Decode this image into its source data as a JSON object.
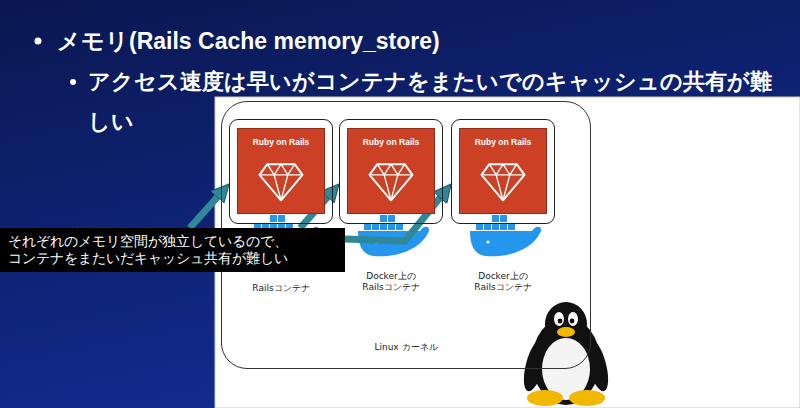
{
  "diagram": {
    "title": "メモリ(Rails Cache memory_store)",
    "nodes": [
      {
        "text": [
          "Linux カーネル"
        ]
      },
      {
        "text": [
          "Railsコンテナ"
        ],
        "in": 0
      },
      {
        "text": [
          "Docker上の Railsコンテナ"
        ],
        "in": 0
      },
      {
        "text": [
          "Docker上の Railsコンテナ"
        ],
        "in": 0
      },
      {
        "text": [
          "Ruby on Rails"
        ],
        "in": 1
      },
      {
        "text": [
          "Ruby on Rails"
        ],
        "in": 2
      },
      {
        "text": [
          "Ruby on Rails"
        ],
        "in": 3
      },
      {
        "text": [
          "それぞれのメモリ空間が独立しているので、 コンテナをまたいだキャッシュ共有が難しい"
        ]
      }
    ],
    "edges": [
      {
        "from": 7,
        "to": 1,
        "arrow": "to"
      },
      {
        "from": 7,
        "to": 2,
        "arrow": "to"
      },
      {
        "from": 7,
        "to": 3,
        "arrow": "to"
      }
    ],
    "labels": [
      "アクセス速度は早いがコンテナをまたいでのキャッシュの共有が難しい"
    ]
  }
}
